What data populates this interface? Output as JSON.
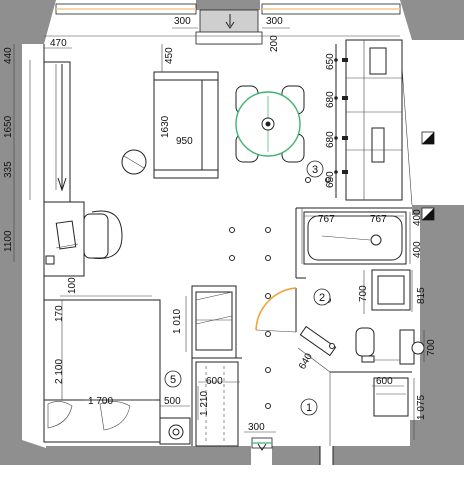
{
  "dimensions": {
    "top_left_300": "300",
    "top_right_300": "300",
    "d440": "440",
    "d470": "470",
    "d450": "450",
    "d200": "200",
    "d1650": "1650",
    "d335": "335",
    "d1100": "1100",
    "d100": "100",
    "d1630": "1630",
    "d950": "950",
    "d650a": "650",
    "d680a": "680",
    "d680b": "680",
    "d650b": "650",
    "d767a": "767",
    "d767b": "767",
    "d400a": "400",
    "d400b": "400",
    "d700a": "700",
    "d815": "815",
    "d700b": "700",
    "d170": "170",
    "d2100": "2 100",
    "d1700": "1 700",
    "d1010": "1 010",
    "d600a": "600",
    "d500": "500",
    "d1210": "1 210",
    "d640": "640",
    "d600b": "600",
    "d1075": "1 075",
    "d300bottom": "300"
  },
  "rooms": {
    "r1": "1",
    "r2": "2",
    "r3": "3",
    "r5": "5"
  },
  "colors": {
    "wall": "#8f8f8f",
    "table_circle": "#3cb371",
    "door_arc": "#f0a030",
    "window_accent": "#f5c892"
  }
}
